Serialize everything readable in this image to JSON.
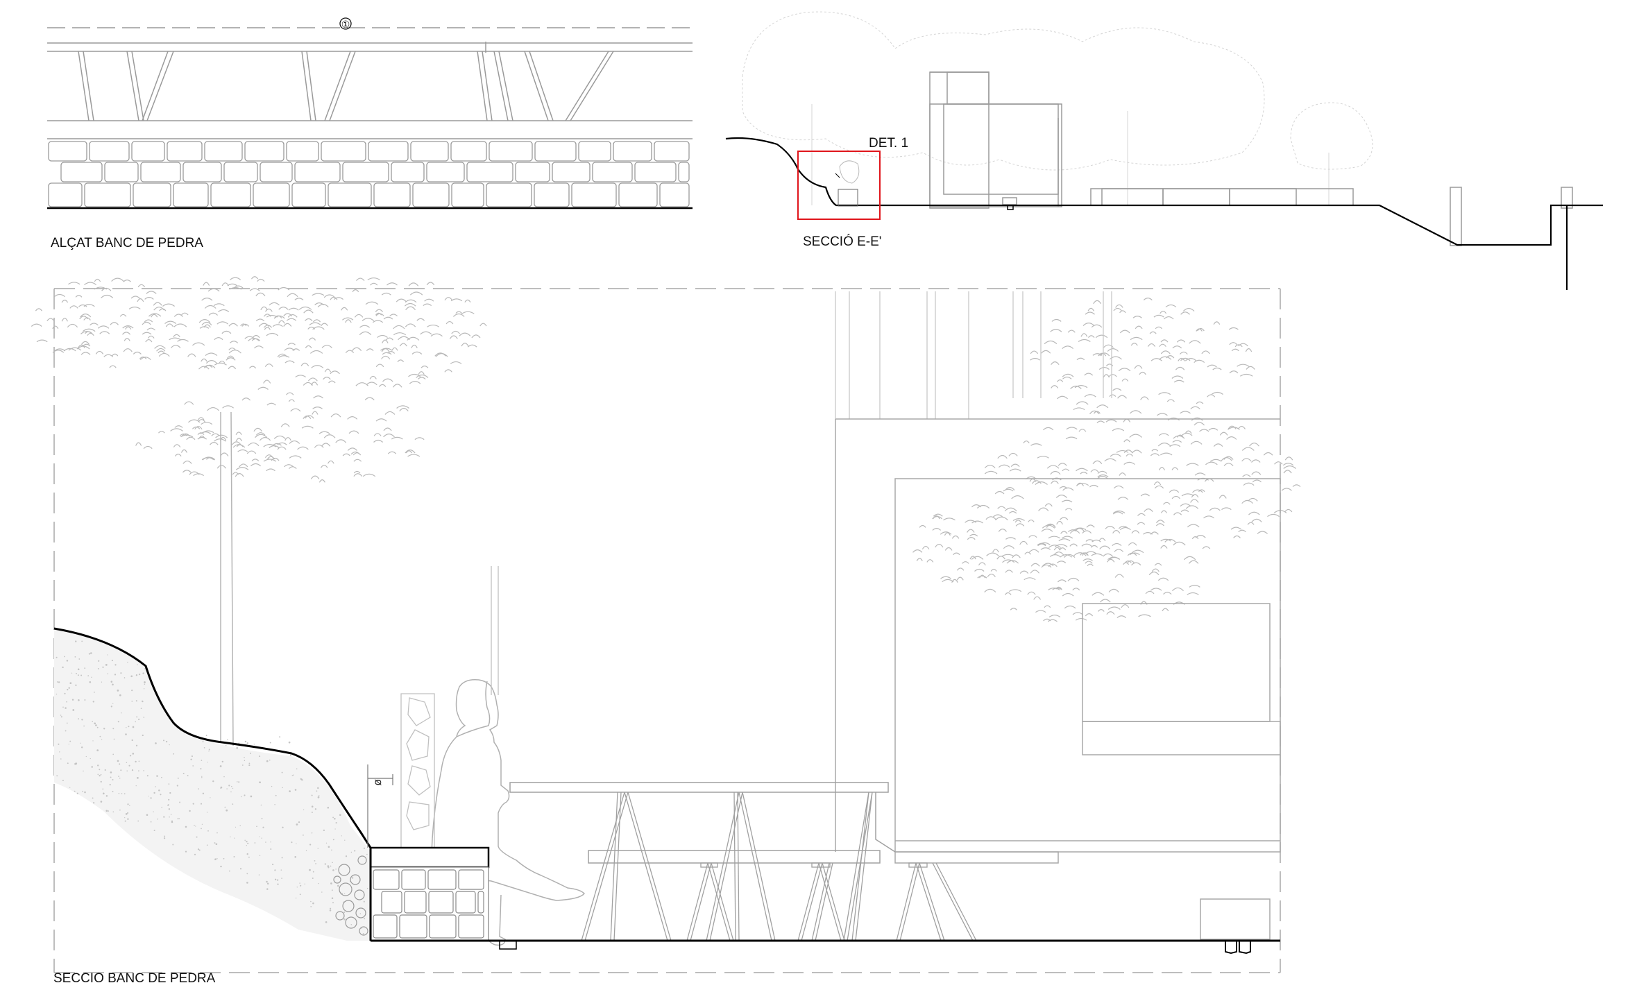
{
  "drawings": {
    "elevation": {
      "title": "ALÇAT BANC DE PEDRA",
      "marker": "①"
    },
    "section_ee": {
      "title": "SECCIÓ E-E'",
      "detail_label": "DET. 1",
      "detail_frame_color": "#e0151b"
    },
    "bench_section": {
      "title": "SECCIO BANC DE PEDRA"
    }
  },
  "colors": {
    "line_heavy": "#000000",
    "line_light": "#9a9a9a",
    "line_faint": "#c8c8c8",
    "highlight": "#e0151b"
  }
}
